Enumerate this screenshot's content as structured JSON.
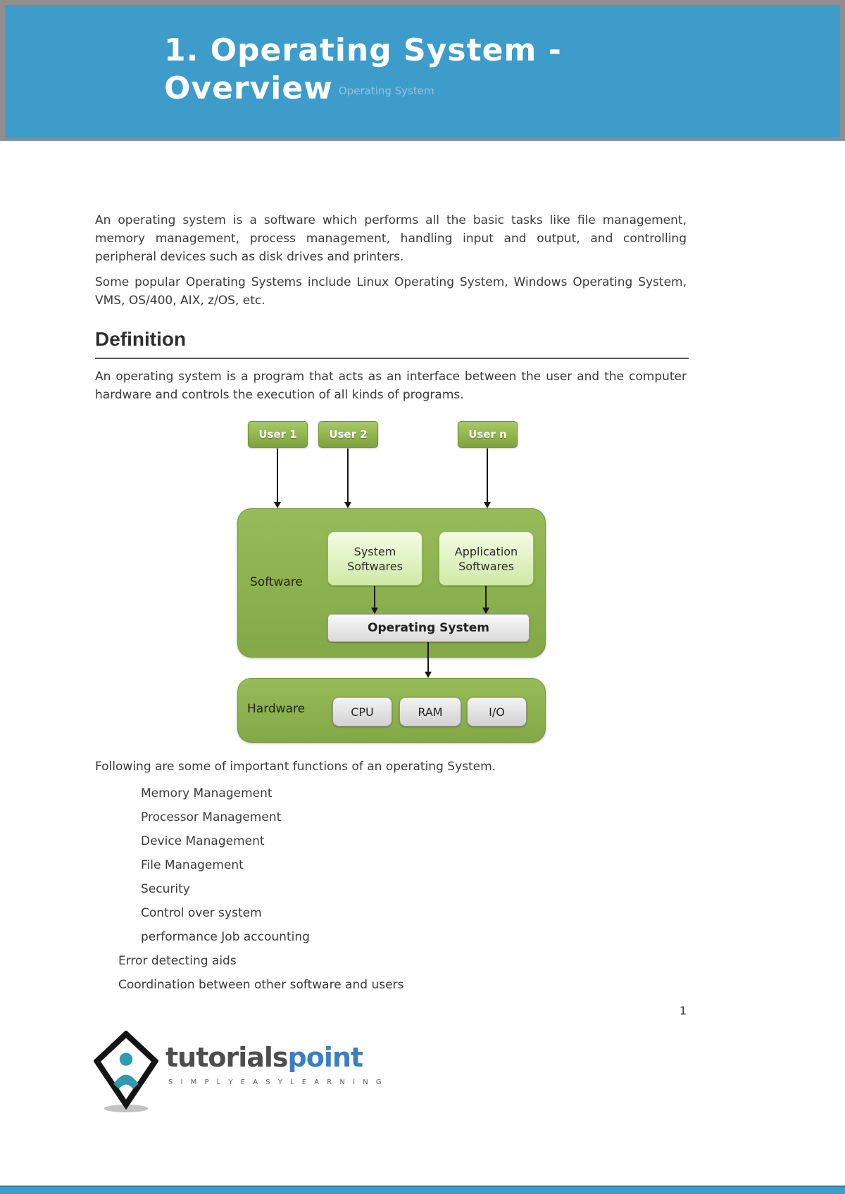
{
  "header": {
    "title_line1": "1. Operating System -",
    "title_line2": "Overview",
    "watermark": "Operating System"
  },
  "intro": {
    "para1": "An operating system is a software which performs all the basic tasks like file management, memory management, process management, handling input and output, and controlling peripheral devices such as disk drives and printers.",
    "para2": "Some popular Operating Systems include Linux Operating System, Windows Operating System, VMS, OS/400, AIX, z/OS, etc."
  },
  "definition": {
    "heading": "Definition",
    "para": "An operating system is a program that acts as an interface between the user and the computer hardware and controls the execution of all kinds of programs."
  },
  "diagram": {
    "users": [
      "User 1",
      "User 2",
      "User n"
    ],
    "software_label": "Software",
    "boxes": {
      "system_softwares": "System Softwares",
      "application_softwares": "Application Softwares",
      "operating_system": "Operating System"
    },
    "hardware_label": "Hardware",
    "hardware_boxes": [
      "CPU",
      "RAM",
      "I/O"
    ]
  },
  "functions": {
    "intro": "Following are some of important functions of an operating System.",
    "items": [
      "Memory Management",
      "Processor Management",
      "Device Management",
      "File Management",
      "Security",
      "Control over system",
      "performance Job accounting"
    ],
    "outer_items": [
      "Error detecting aids",
      "Coordination between other software and users"
    ]
  },
  "footer": {
    "page_number": "1",
    "logo": {
      "word_dark": "tutorials",
      "word_accent": "point",
      "tagline": "S I M P L Y  E A S Y  L E A R N I N G"
    }
  },
  "colors": {
    "header_blue": "#3d9cca",
    "diagram_green": "#8cb14f",
    "light_green": "#ddefc0",
    "box_gray": "#e3e3e3",
    "accent_blue": "#3b7ec3"
  }
}
